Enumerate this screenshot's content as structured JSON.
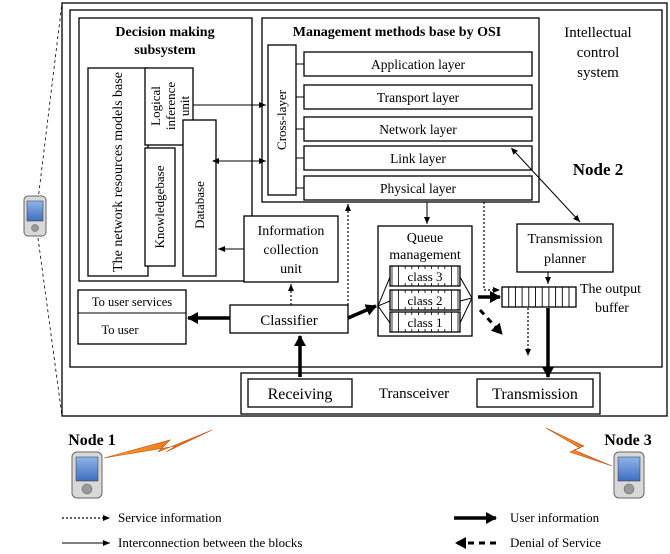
{
  "system": {
    "title_lines": [
      "Intellectual",
      "control",
      "system"
    ],
    "node2_label": "Node 2"
  },
  "decision": {
    "title_lines": [
      "Decision making",
      "subsystem"
    ],
    "models_base": "The network resources models base",
    "logical_unit": "Logical inference unit",
    "knowledgebase": "Knowledgebase",
    "database": "Database"
  },
  "management": {
    "title": "Management methods base by OSI",
    "cross_layer": "Cross-layer",
    "layers": [
      "Application layer",
      "Transport layer",
      "Network layer",
      "Link layer",
      "Physical layer"
    ]
  },
  "info_unit_lines": [
    "Information",
    "collection",
    "unit"
  ],
  "queue": {
    "title_lines": [
      "Queue",
      "management"
    ],
    "classes": [
      "class 3",
      "class 2",
      "class 1"
    ]
  },
  "planner_lines": [
    "Transmission",
    "planner"
  ],
  "output_buffer_lines": [
    "The output",
    "buffer"
  ],
  "user_services": "To user services",
  "to_user": "To user",
  "classifier": "Classifier",
  "transceiver": {
    "label": "Transceiver",
    "receiving": "Receiving",
    "transmission": "Transmission"
  },
  "nodes": {
    "node1": "Node 1",
    "node3": "Node 3"
  },
  "legend": {
    "service_info": "Service information",
    "interconnection": "Interconnection between the blocks",
    "user_info": "User information",
    "dos": "Denial of Service"
  },
  "icons": [
    "pda-device-icon",
    "lightning-link-icon"
  ]
}
